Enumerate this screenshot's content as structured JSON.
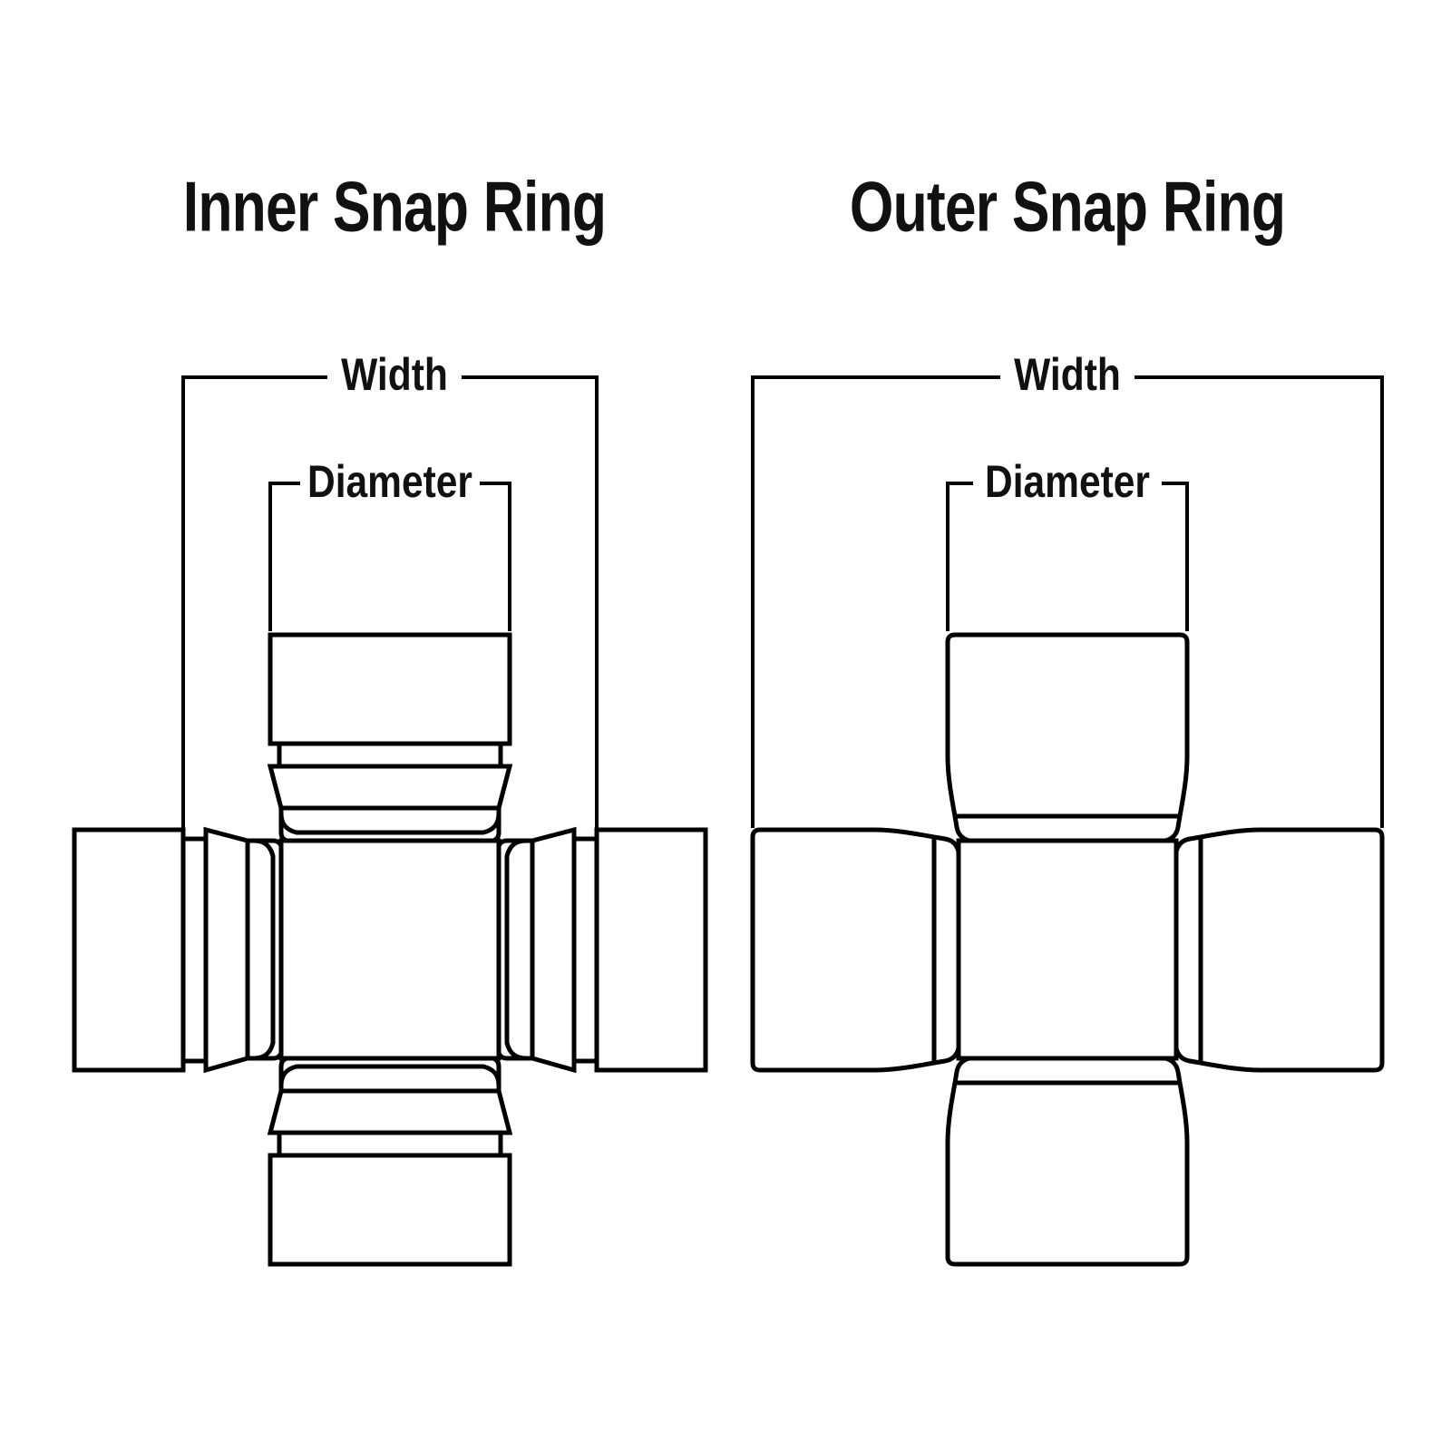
{
  "page": {
    "background_color": "#ffffff",
    "line_color": "#000000",
    "text_color": "#111111"
  },
  "figures": {
    "inner": {
      "title": "Inner Snap Ring",
      "width_label": "Width",
      "diameter_label": "Diameter"
    },
    "outer": {
      "title": "Outer Snap Ring",
      "width_label": "Width",
      "diameter_label": "Diameter"
    }
  }
}
